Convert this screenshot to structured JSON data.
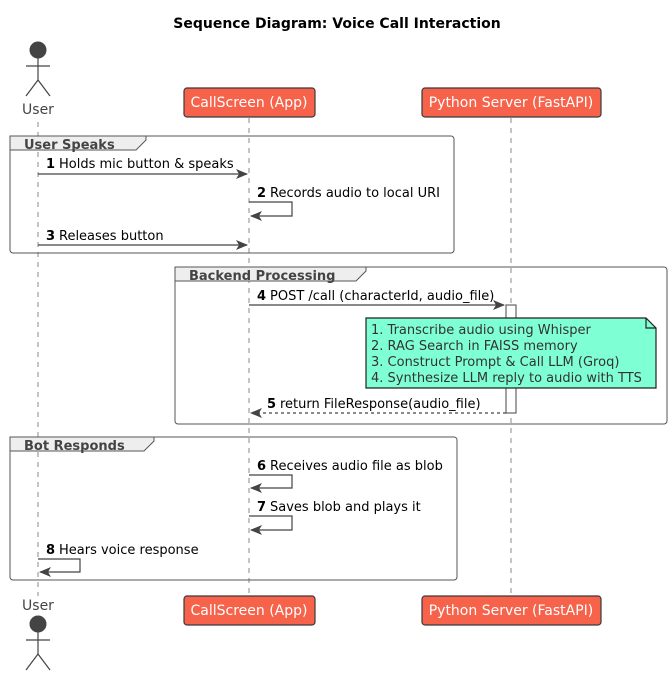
{
  "title": "Sequence Diagram: Voice Call Interaction",
  "participants": {
    "user": "User",
    "app": "CallScreen (App)",
    "server": "Python Server (FastAPI)"
  },
  "groups": {
    "user_speaks": "User Speaks",
    "backend": "Backend Processing",
    "bot_responds": "Bot Responds"
  },
  "messages": [
    {
      "num": "1",
      "text": "Holds mic button & speaks"
    },
    {
      "num": "2",
      "text": "Records audio to local URI"
    },
    {
      "num": "3",
      "text": "Releases button"
    },
    {
      "num": "4",
      "text": "POST /call (characterId, audio_file)"
    },
    {
      "num": "5",
      "text": "return FileResponse(audio_file)"
    },
    {
      "num": "6",
      "text": "Receives audio file as blob"
    },
    {
      "num": "7",
      "text": "Saves blob and plays it"
    },
    {
      "num": "8",
      "text": "Hears voice response"
    }
  ],
  "note": {
    "lines": [
      "1. Transcribe audio using Whisper",
      "2. RAG Search in FAISS memory",
      "3. Construct Prompt & Call LLM (Groq)",
      "4. Synthesize LLM reply to audio with TTS"
    ]
  },
  "colors": {
    "participant_box": "#F6624A",
    "note_fill": "#7FFFD4",
    "actor": "#444444"
  }
}
